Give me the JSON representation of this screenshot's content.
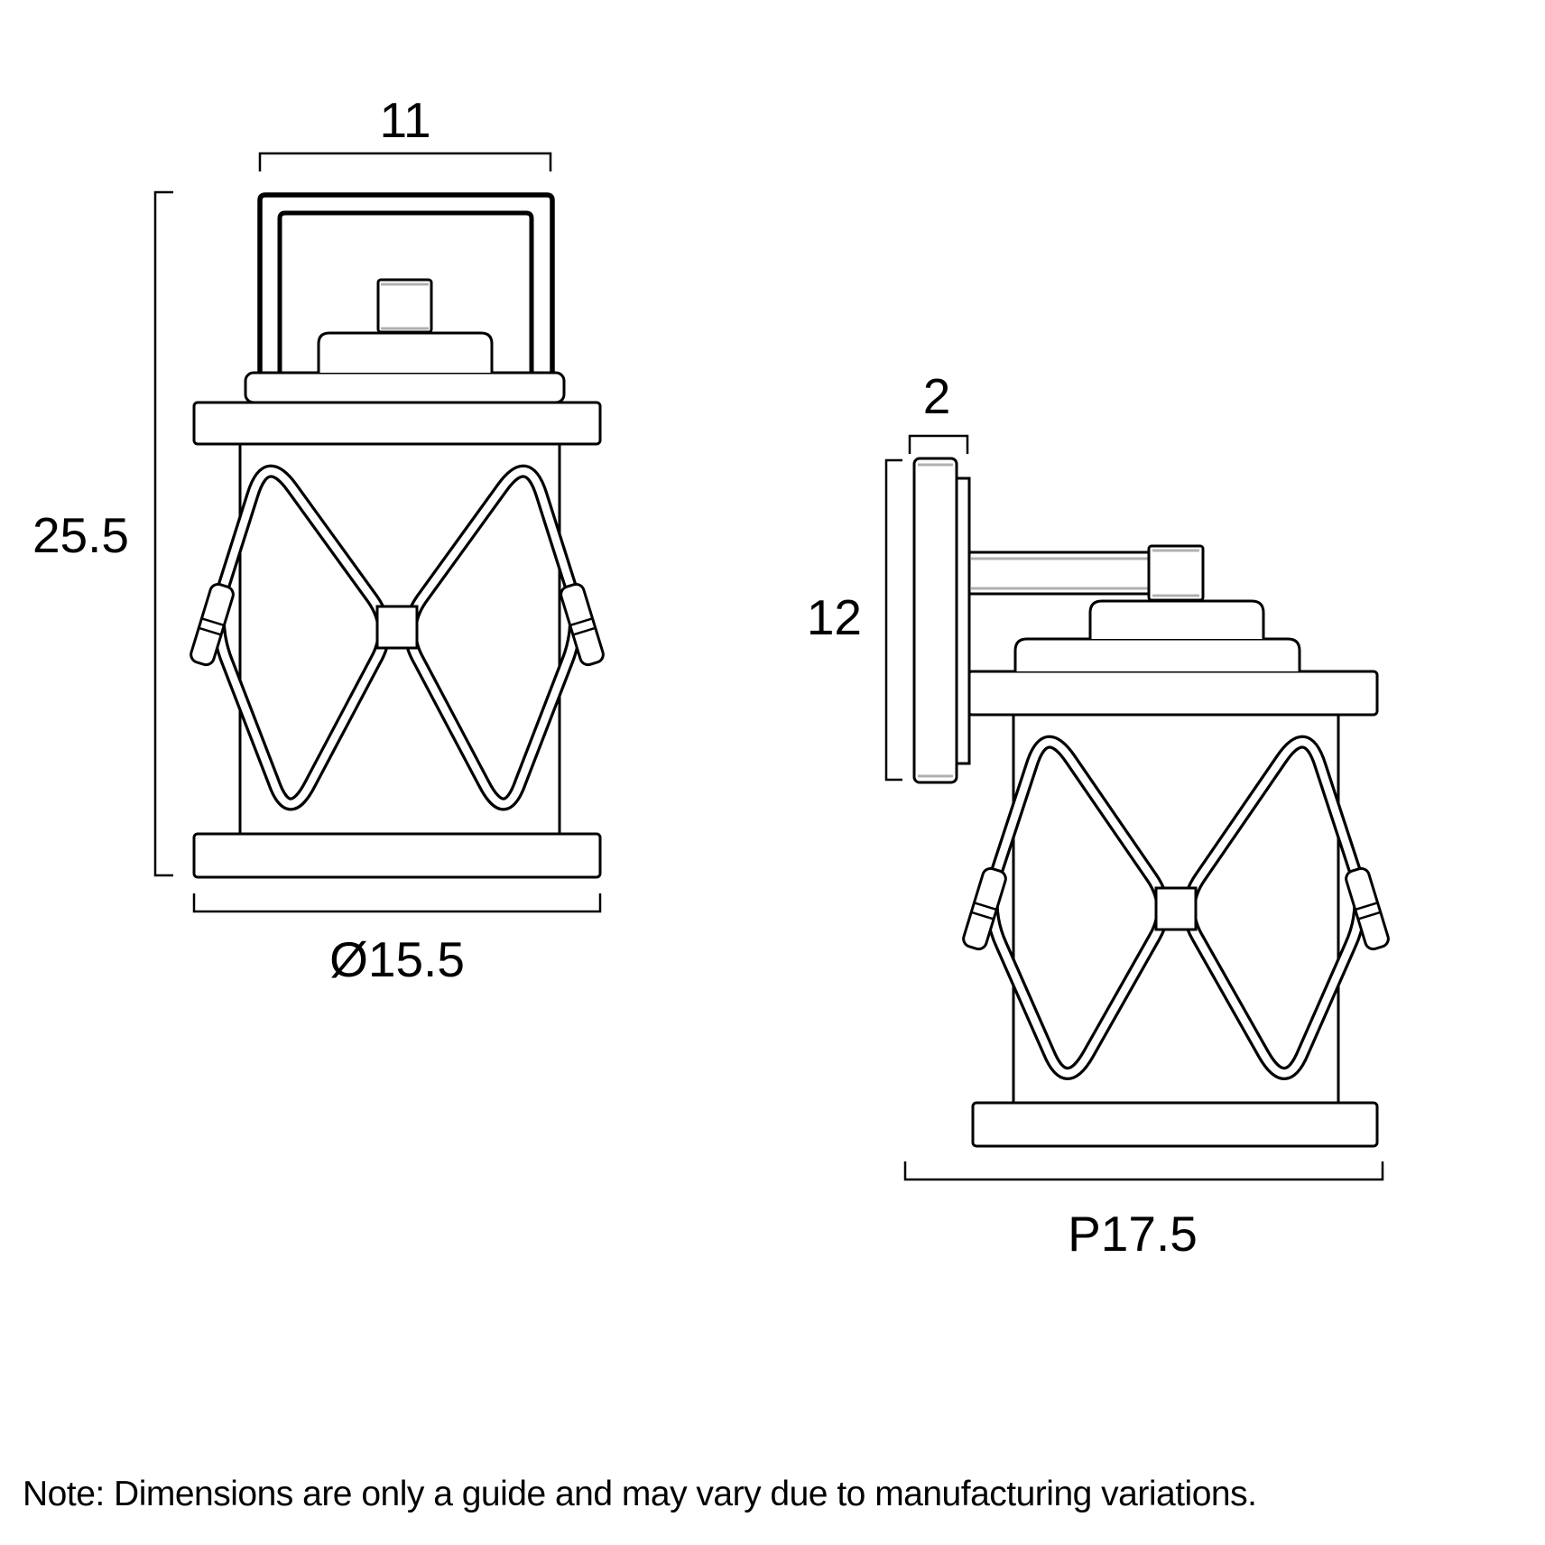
{
  "note": "Note: Dimensions are only a guide and may vary due to manufacturing variations.",
  "colors": {
    "line": "#000000",
    "shade": "#b0b0b0",
    "background": "#ffffff"
  },
  "views": {
    "front": {
      "name": "front-elevation-of-wall-lantern",
      "dimensions": {
        "top_width": {
          "label": "11",
          "value": 11
        },
        "height": {
          "label": "25.5",
          "value": 25.5
        },
        "diameter": {
          "label": "Ø15.5",
          "value": 15.5
        }
      }
    },
    "side": {
      "name": "side-elevation-of-wall-lantern",
      "dimensions": {
        "backplate_depth": {
          "label": "2",
          "value": 2
        },
        "backplate_height": {
          "label": "12",
          "value": 12
        },
        "projection": {
          "label": "P17.5",
          "value": 17.5
        }
      }
    }
  }
}
